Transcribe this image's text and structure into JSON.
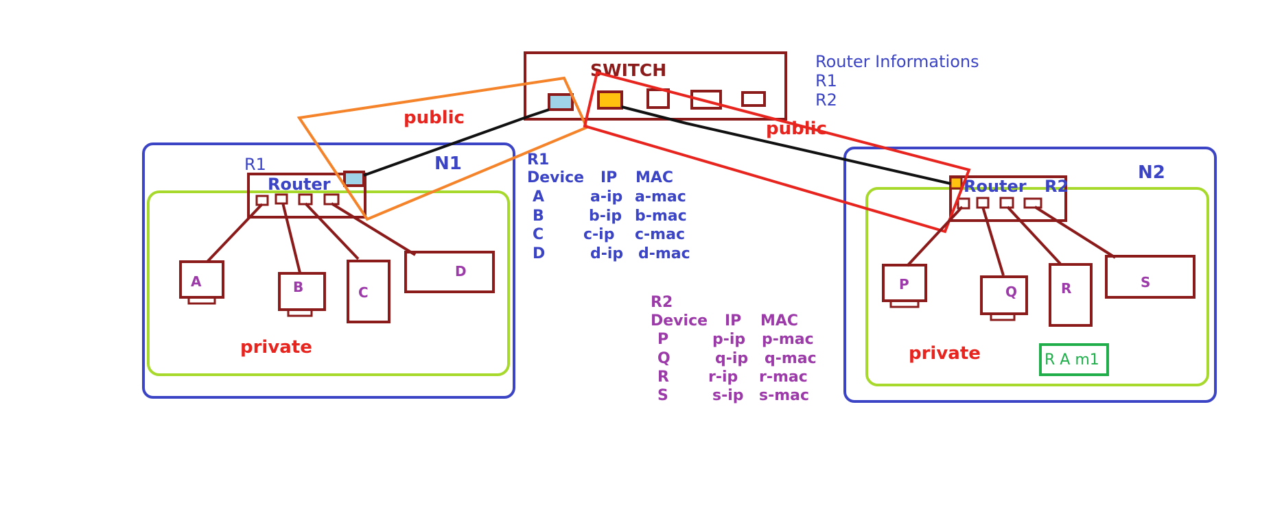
{
  "switch_label": "SWITCH",
  "router_info": {
    "title": "Router Informations",
    "r1": "R1",
    "r2": "R2"
  },
  "public_label_left": "public",
  "public_label_right": "public",
  "n1": {
    "network_label": "N1",
    "router_name": "R1",
    "router_label": "Router",
    "private_label": "private",
    "devices": {
      "a": "A",
      "b": "B",
      "c": "C",
      "d": "D"
    }
  },
  "n2": {
    "network_label": "N2",
    "router_name": "R2",
    "router_label": "Router",
    "private_label": "private",
    "devices": {
      "p": "P",
      "q": "Q",
      "r": "R",
      "s": "S"
    },
    "ram_label": "R A m1"
  },
  "r1_table": {
    "title": "R1",
    "headers": [
      "Device",
      "IP",
      "MAC"
    ],
    "rows": [
      [
        "A",
        "a-ip",
        "a-mac"
      ],
      [
        "B",
        "b-ip",
        "b-mac"
      ],
      [
        "C",
        "c-ip",
        "c-mac"
      ],
      [
        "D",
        "d-ip",
        "d-mac"
      ]
    ]
  },
  "r2_table": {
    "title": "R2",
    "headers": [
      "Device",
      "IP",
      "MAC"
    ],
    "rows": [
      [
        "P",
        "p-ip",
        "p-mac"
      ],
      [
        "Q",
        "q-ip",
        "q-mac"
      ],
      [
        "R",
        "r-ip",
        "r-mac"
      ],
      [
        "S",
        "s-ip",
        "s-mac"
      ]
    ]
  },
  "colors": {
    "maroon": "#8b1a1a",
    "blue": "#3b44c4",
    "green": "#a6d92b",
    "orange": "#f5832a",
    "red": "#e8241f",
    "purple": "#9b3aa8",
    "lightblue": "#9fd4e8",
    "yellow": "#ffc20e",
    "ramgreen": "#1fae4a"
  }
}
